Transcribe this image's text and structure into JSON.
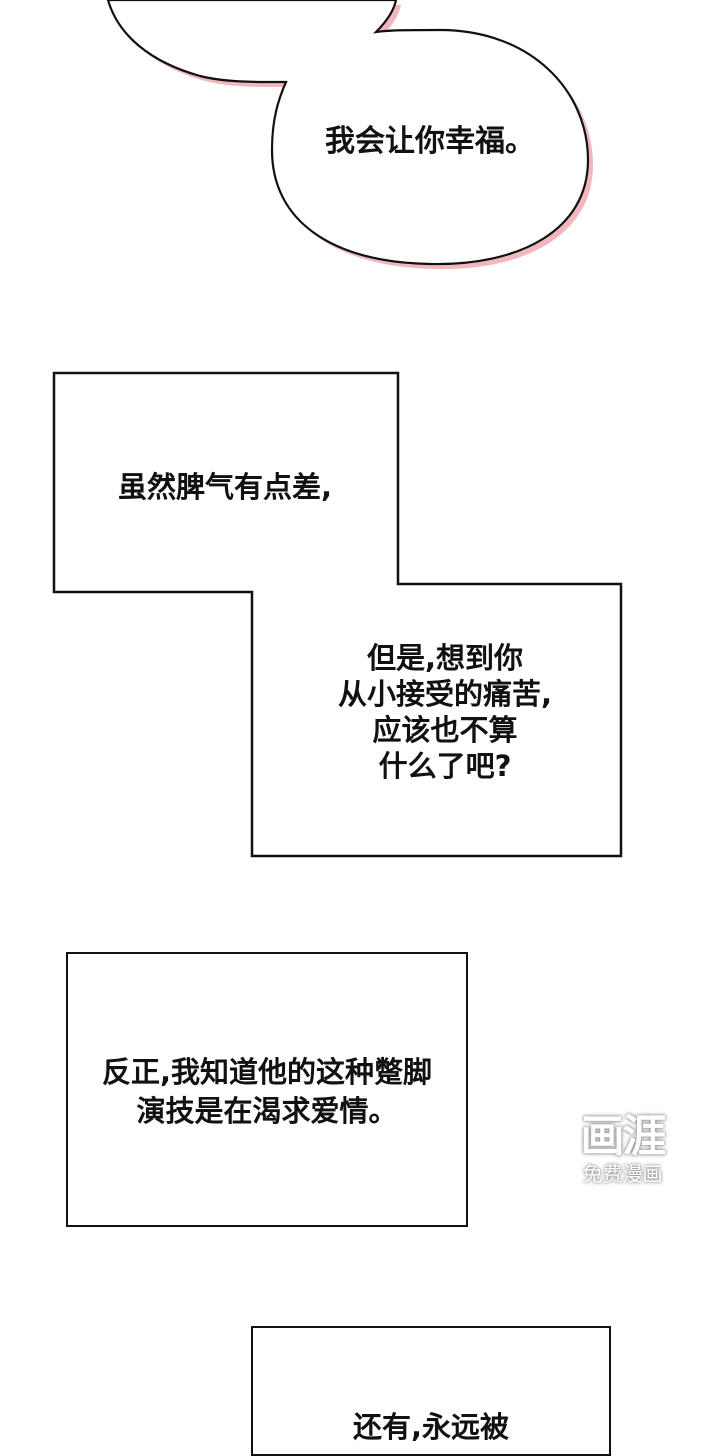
{
  "page": {
    "background": "#ffffff",
    "outline_color": "#111111",
    "bubble_shadow_color": "#f2b6bf"
  },
  "speech_bubble": {
    "text": "我会让你幸福。"
  },
  "narration_boxes": [
    {
      "text": "虽然脾气有点差,"
    },
    {
      "text": "但是,想到你\n从小接受的痛苦,\n应该也不算\n什么了吧?"
    },
    {
      "text": "反正,我知道他的这种蹩脚\n演技是在渴求爱情。"
    },
    {
      "text": "还有,永远被"
    }
  ],
  "watermark": {
    "logo": "画涯",
    "subtitle": "免费漫画"
  }
}
